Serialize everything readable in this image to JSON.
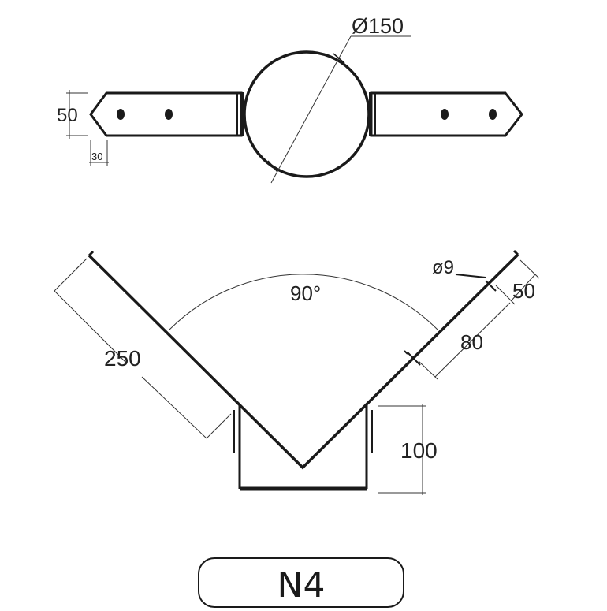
{
  "top_view": {
    "diameter_label": "Ø150",
    "strap_width_label": "50",
    "point_length_label": "30"
  },
  "front_view": {
    "angle_label": "90°",
    "hole_label": "ø9",
    "edge_to_hole_label": "50",
    "hole_spacing_label": "80",
    "arm_length_label": "250",
    "sleeve_height_label": "100"
  },
  "badge": {
    "label": "N4"
  },
  "colors": {
    "ink": "#1a1a1a",
    "dimension_line": "#333333",
    "background": "#ffffff"
  }
}
